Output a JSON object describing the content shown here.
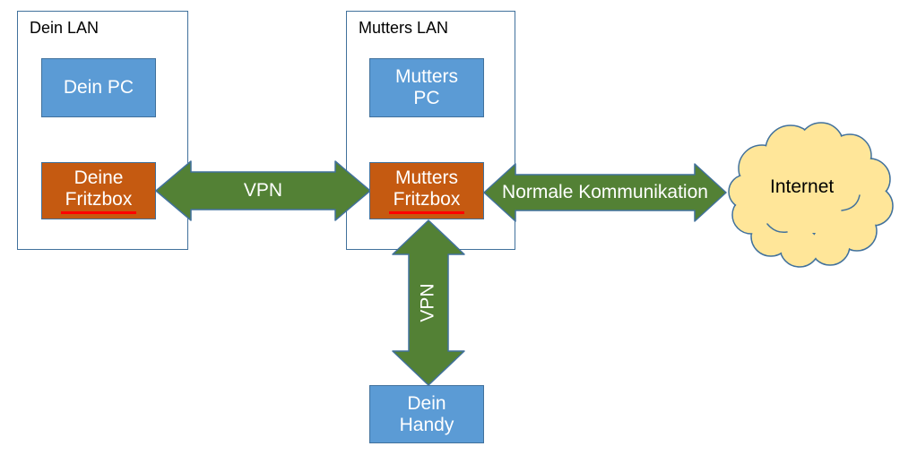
{
  "colors": {
    "box_blue": "#5B9BD5",
    "box_orange": "#C55A11",
    "arrow_green": "#538135",
    "shape_outline": "#41719C",
    "cloud_fill": "#FFE699",
    "box_text": "#FFFFFF",
    "label_text": "#000000",
    "spellcheck_underline": "#FF0000"
  },
  "left_lan": {
    "title": "Dein LAN",
    "pc": {
      "label": "Dein PC"
    },
    "fritzbox": {
      "line1": "Deine",
      "line2": "Fritzbox"
    }
  },
  "right_lan": {
    "title": "Mutters LAN",
    "pc": {
      "line1": "Mutters",
      "line2": "PC"
    },
    "fritzbox": {
      "line1": "Mutters",
      "line2": "Fritzbox"
    }
  },
  "handy": {
    "line1": "Dein",
    "line2": "Handy"
  },
  "internet": {
    "label": "Internet"
  },
  "arrows": {
    "vpn_horizontal": {
      "label": "VPN"
    },
    "vpn_vertical": {
      "label": "VPN"
    },
    "normal": {
      "label": "Normale Kommunikation"
    }
  }
}
